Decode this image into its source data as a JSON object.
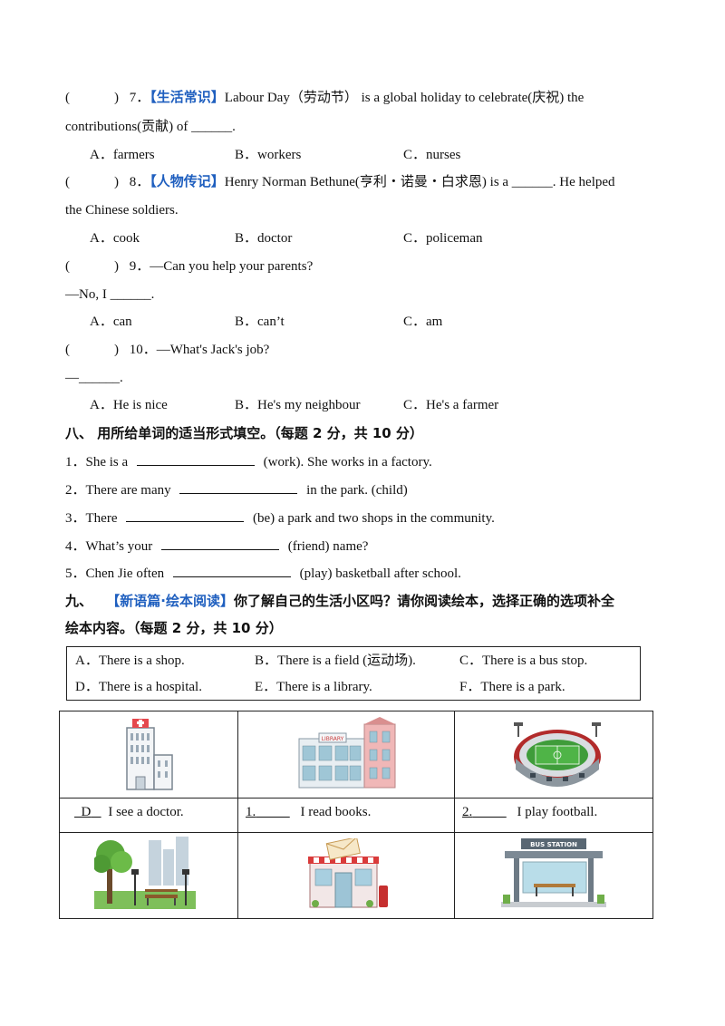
{
  "q7": {
    "paren": "(",
    "paren_close": ")",
    "num": "7．",
    "tag": "【生活常识】",
    "text": "Labour Day（劳动节）  is a global holiday to celebrate(庆祝) the",
    "text2": "contributions(贡献) of ______.",
    "options": [
      "A．farmers",
      "B．workers",
      "C．nurses"
    ]
  },
  "q8": {
    "paren": "(",
    "paren_close": ")",
    "num": "8．",
    "tag": "【人物传记】",
    "text": "Henry Norman Bethune(亨利・诺曼・白求恩) is a ______. He helped",
    "text2": "the Chinese soldiers.",
    "options": [
      "A．cook",
      "B．doctor",
      "C．policeman"
    ]
  },
  "q9": {
    "paren": "(",
    "paren_close": ")",
    "num": "9．",
    "text": "—Can you help your parents?",
    "text2": "—No, I ______.",
    "options": [
      "A．can",
      "B．can’t",
      "C．am"
    ]
  },
  "q10": {
    "paren": "(",
    "paren_close": ")",
    "num": "10．",
    "text": "—What's Jack's job?",
    "text2": "—______.",
    "options": [
      "A．He is nice",
      "B．He's my neighbour",
      "C．He's a farmer"
    ]
  },
  "section8": {
    "heading": "八、  用所给单词的适当形式填空。（每题 2 分，共 10 分）",
    "items": [
      {
        "pre": "1．She is a",
        "post": "(work). She works in a factory."
      },
      {
        "pre": "2．There are many",
        "post": "in the park. (child)"
      },
      {
        "pre": "3．There",
        "post": "(be) a park and two shops in the community."
      },
      {
        "pre": "4．What’s your",
        "post": "(friend) name?"
      },
      {
        "pre": "5．Chen Jie often",
        "post": "(play) basketball after school."
      }
    ]
  },
  "section9": {
    "prefix": "九、",
    "tag": "【新语篇·绘本阅读】",
    "heading": "你了解自己的生活小区吗？请你阅读绘本，选择正确的选项补全",
    "heading2": "绘本内容。（每题 2 分，共 10 分）",
    "options": [
      "A．There is a shop.",
      "B．There is a field (运动场).",
      "C．There is a bus stop.",
      "D．There is a hospital.",
      "E．There is a library.",
      "F．There is a park."
    ],
    "cells": [
      {
        "answer": "D",
        "text": "I see a doctor."
      },
      {
        "answer": "1.",
        "text": "I read books."
      },
      {
        "answer": "2.",
        "text": "I play football."
      }
    ],
    "library_sign": "LIBRARY",
    "bus_sign": "BUS STATION"
  }
}
